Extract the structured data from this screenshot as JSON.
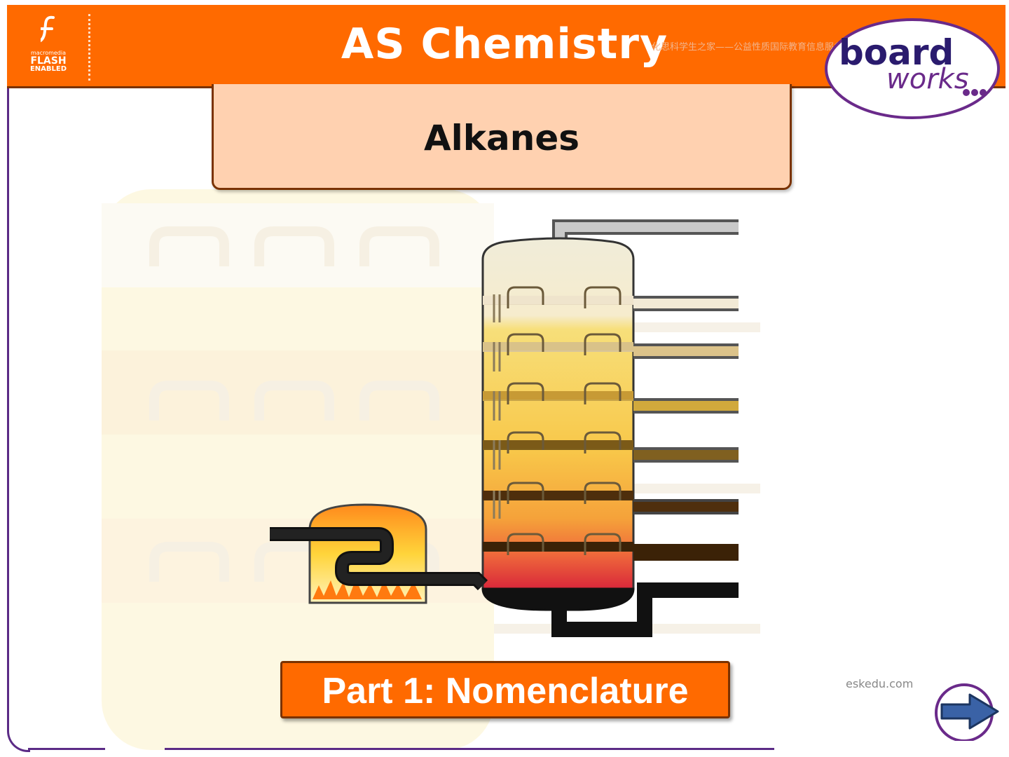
{
  "header": {
    "title": "AS Chemistry",
    "watermark": "化思科学生之家——公益性质国际教育信息服务平台"
  },
  "flash_badge": {
    "line1": "macromedia",
    "line2": "FLASH",
    "line3": "ENABLED"
  },
  "logo": {
    "word1": "board",
    "word2": "works"
  },
  "title_box": {
    "title": "Alkanes"
  },
  "part_button": {
    "label": "Part 1: Nomenclature"
  },
  "footer": {
    "site": "eskedu.com"
  },
  "colors": {
    "header_orange": "#ff6a00",
    "title_box_fill": "#ffd1b0",
    "frame_purple": "#5b2b86",
    "border_brown": "#7a3200"
  },
  "icons": {
    "flash": "flash-logo-icon",
    "next": "next-arrow-icon",
    "column": "fractional-distillation-column-icon",
    "furnace": "furnace-icon"
  }
}
